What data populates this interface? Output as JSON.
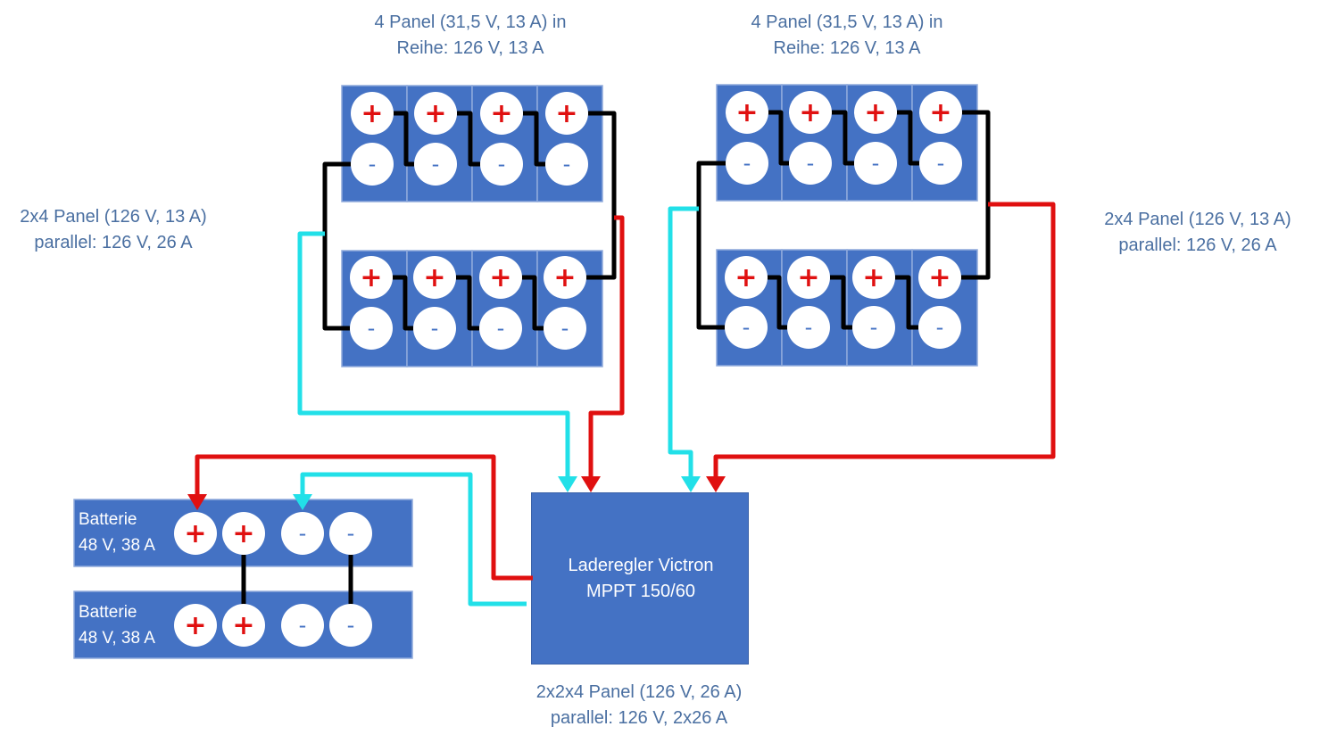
{
  "labels": {
    "string_left_l1": "4 Panel (31,5 V, 13 A) in",
    "string_left_l2": "Reihe: 126 V, 13 A",
    "string_right_l1": "4 Panel (31,5 V, 13 A) in",
    "string_right_l2": "Reihe: 126 V, 13 A",
    "array_left_l1": "2x4 Panel (126 V, 13 A)",
    "array_left_l2": "parallel: 126 V, 26 A",
    "array_right_l1": "2x4 Panel (126 V, 13 A)",
    "array_right_l2": "parallel: 126 V, 26 A",
    "total_l1": "2x2x4 Panel (126 V, 26 A)",
    "total_l2": "parallel: 126 V, 2x26 A"
  },
  "controller": {
    "line1": "Laderegler Victron",
    "line2": "MPPT 150/60"
  },
  "batteries": [
    {
      "name": "Batterie",
      "spec": "48 V, 38 A"
    },
    {
      "name": "Batterie",
      "spec": "48 V, 38 A"
    }
  ],
  "symbols": {
    "plus": "+",
    "minus": "-"
  },
  "colors": {
    "panel_fill": "#4472c4",
    "panel_border": "#8faadc",
    "terminal_fill": "#ffffff",
    "plus_color": "#e01010",
    "minus_color": "#4472c4",
    "wire_black": "#000000",
    "wire_red": "#e01010",
    "wire_cyan": "#22e0e8",
    "label_color": "#4a6fa1"
  }
}
